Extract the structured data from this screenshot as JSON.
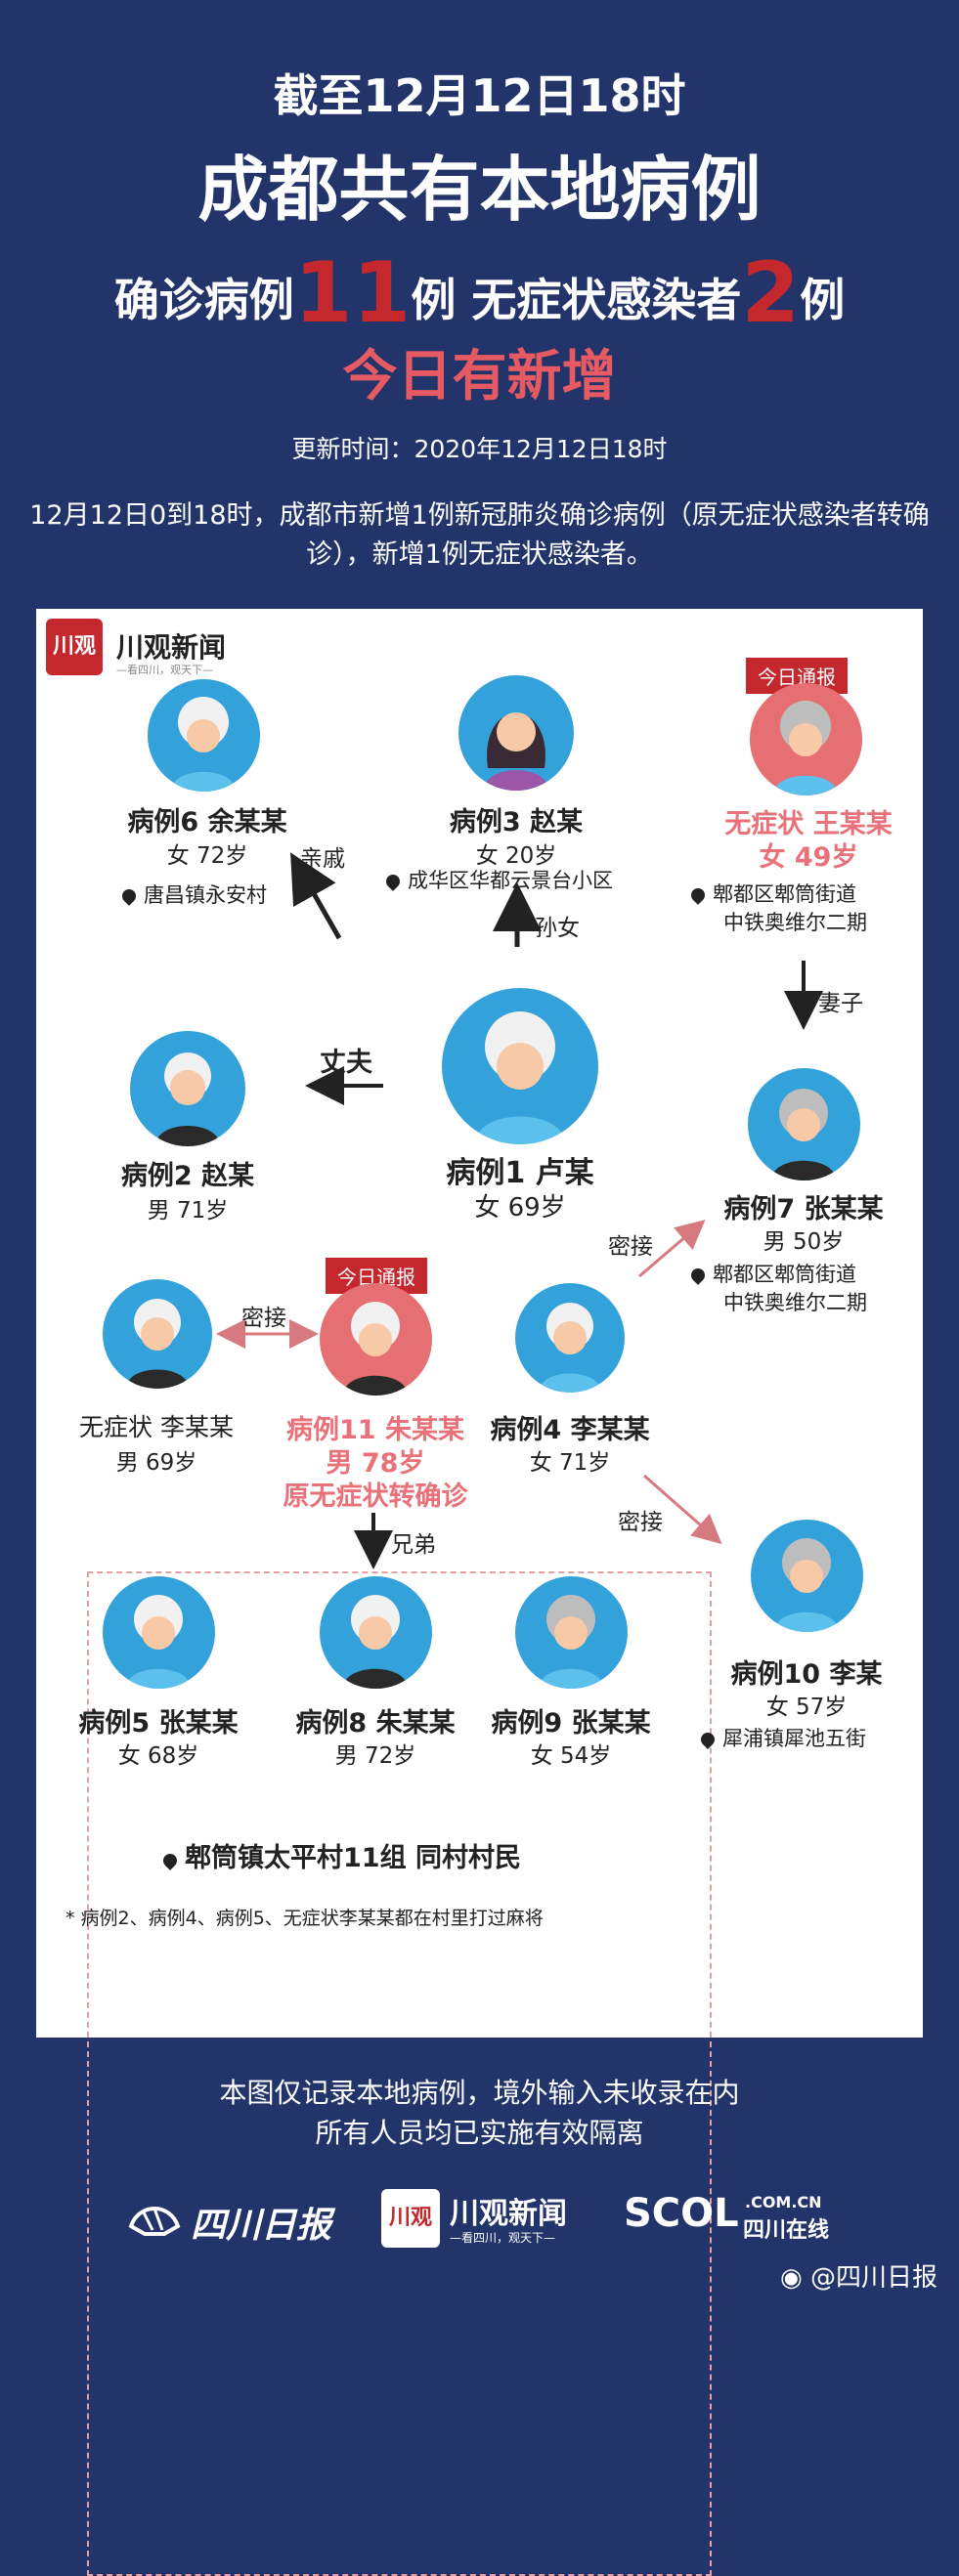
{
  "header": {
    "line1": "截至12月12日18时",
    "line2": "成都共有本地病例",
    "line3_a": "确诊病例",
    "line3_num1": "11",
    "line3_b": "例  无症状感染者",
    "line3_num2": "2",
    "line3_c": "例",
    "today": "今日有新增",
    "update": "更新时间：2020年12月12日18时",
    "intro": "12月12日0到18时，成都市新增1例新冠肺炎确诊病例（原无症状感染者转确诊），新增1例无症状感染者。"
  },
  "brand": {
    "logo": "川观",
    "name": "川观新闻",
    "slogan": "—看四川，观天下—"
  },
  "cases": {
    "c6": {
      "name": "病例6  余某某",
      "info": "女 72岁",
      "loc": "唐昌镇永安村"
    },
    "c3": {
      "name": "病例3  赵某",
      "info": "女 20岁",
      "loc": "成华区华都云景台小区"
    },
    "wang": {
      "tag": "今日通报",
      "name": "无症状  王某某",
      "info": "女 49岁",
      "loc1": "郫都区郫筒街道",
      "loc2": "中铁奥维尔二期"
    },
    "c1": {
      "name": "病例1  卢某",
      "info": "女 69岁"
    },
    "c2": {
      "name": "病例2  赵某",
      "info": "男 71岁"
    },
    "c7": {
      "name": "病例7  张某某",
      "info": "男 50岁",
      "loc1": "郫都区郫筒街道",
      "loc2": "中铁奥维尔二期"
    },
    "li": {
      "name": "无症状  李某某",
      "info": "男 69岁"
    },
    "c11": {
      "tag": "今日通报",
      "name": "病例11 朱某某",
      "info": "男 78岁",
      "extra": "原无症状转确诊"
    },
    "c4": {
      "name": "病例4  李某某",
      "info": "女 71岁"
    },
    "c10": {
      "name": "病例10  李某",
      "info": "女 57岁",
      "loc": "犀浦镇犀池五街"
    },
    "c5": {
      "name": "病例5  张某某",
      "info": "女 68岁"
    },
    "c8": {
      "name": "病例8  朱某某",
      "info": "男 72岁"
    },
    "c9": {
      "name": "病例9  张某某",
      "info": "女 54岁"
    }
  },
  "relations": {
    "relatives": "亲戚",
    "granddaughter": "孙女",
    "wife": "妻子",
    "husband": "丈夫",
    "contact1": "密接",
    "contact2": "密接",
    "contact3": "密接",
    "brother": "兄弟"
  },
  "village": "郫筒镇太平村11组 同村村民",
  "note": "* 病例2、病例4、病例5、无症状李某某都在村里打过麻将",
  "footer": {
    "line1": "本图仅记录本地病例，境外输入未收录在内",
    "line2": "所有人员均已实施有效隔离"
  },
  "bottom_logos": {
    "sichuan": "四川日报",
    "chuanguan": "川观新闻",
    "chuanguan_sub": "—看四川，观天下—",
    "scol": "SCOL",
    "scol_domain": ".COM.CN",
    "scol_cn": "四川在线"
  },
  "weibo": "@四川日报",
  "colors": {
    "background": "#23346b",
    "accent_red": "#c4272c",
    "pink": "#e8717a",
    "avatar_blue": "#33a1da"
  }
}
